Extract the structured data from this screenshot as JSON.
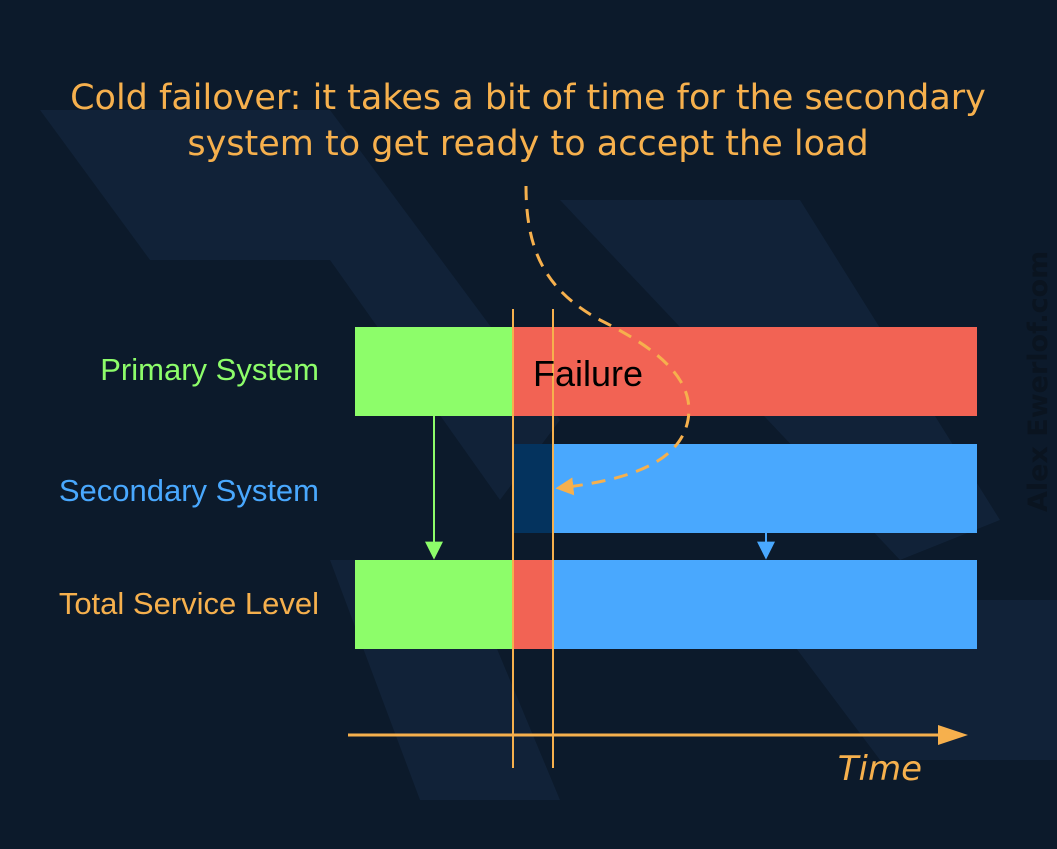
{
  "title": {
    "line1": "Cold failover: it takes a bit of time for the secondary",
    "line2": "system to get ready to accept the load"
  },
  "rows": [
    {
      "label": "Primary System",
      "color": "#8dfd6a"
    },
    {
      "label": "Secondary System",
      "color": "#49a8fe"
    },
    {
      "label": "Total Service Level",
      "color": "#f6b04d"
    }
  ],
  "annotation": {
    "failure_label": "Failure"
  },
  "axis": {
    "label": "Time"
  },
  "credit": "Alex Ewerlof.com",
  "colors": {
    "background": "#0c1a2b",
    "primary_up": "#8dfd6a",
    "down": "#f26354",
    "secondary_up": "#49a8fe",
    "secondary_warming": "#04335e",
    "accent": "#f6b04d"
  }
}
